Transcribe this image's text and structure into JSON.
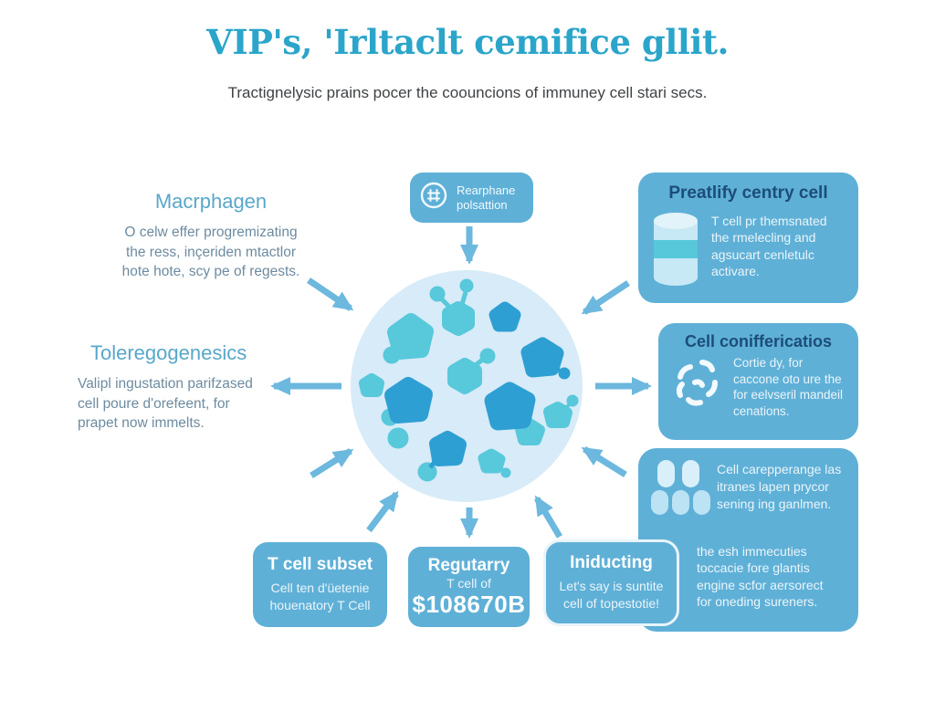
{
  "header": {
    "title": "VIP's, 'Irltaclt cemifice gllit.",
    "subtitle": "Tractignelysic prains pocer the coouncions of immuney cell stari secs."
  },
  "left_blocks": {
    "macrophage": {
      "heading": "Macrphagen",
      "body": "O celw effer progremizating\nthe ress, inçeriden mtactlor\nhote hote, scy pe of regests."
    },
    "tolerance": {
      "heading": "Toleregogenesics",
      "body": "Valipl ingustation parifzased\ncell poure d'orefeent, for\nprapet now immelts."
    }
  },
  "top_box": {
    "icon": "cell-circle-icon",
    "label": "Rearphane\npolsattion"
  },
  "right_boxes": {
    "pretify": {
      "title": "Preatlify centry cell",
      "icon": "cylinder-icon",
      "body": "T cell pr themsnated\nthe rmelecling and\nagsucart cenletulc\nactivare."
    },
    "classification": {
      "title": "Cell coniffericatios",
      "icon": "fragments-icon",
      "body": "Cortie dy, for\ncaccone oto ure the\nfor eelvseril mandeil\ncenations."
    },
    "population": {
      "icon": "people-icon",
      "body1": "Cell carepperange las\nitranes lapen prycor\nsening ing ganlmen.",
      "body2": "the esh immecuties\ntoccacie fore glantis\nengine scfor aersorect\nfor oneding sureners."
    }
  },
  "bottom_boxes": {
    "t_cell_subset": {
      "title": "T cell subset",
      "body": "Cell ten d'üetenie\nhouenatory T Cell"
    },
    "regulatory": {
      "title": "Regutarry",
      "subtitle": "T cell of",
      "value": "$108670B"
    },
    "inducing": {
      "title": "Iniducting",
      "body": "Let's say is suntite\ncell of topestotie!"
    }
  },
  "colors": {
    "title_teal": "#2BA5CA",
    "box_blue": "#5FB0D7",
    "navy_text": "#1C4D78",
    "heading_blue": "#58A7CB",
    "body_gray_blue": "#6D8BA0",
    "arrow_blue": "#6CB8DE",
    "circle_fill": "#D7EBF8",
    "blob_teal": "#58C8DB",
    "blob_dark": "#2E9FD3",
    "people_icon_fill": "#C7E9F6"
  }
}
